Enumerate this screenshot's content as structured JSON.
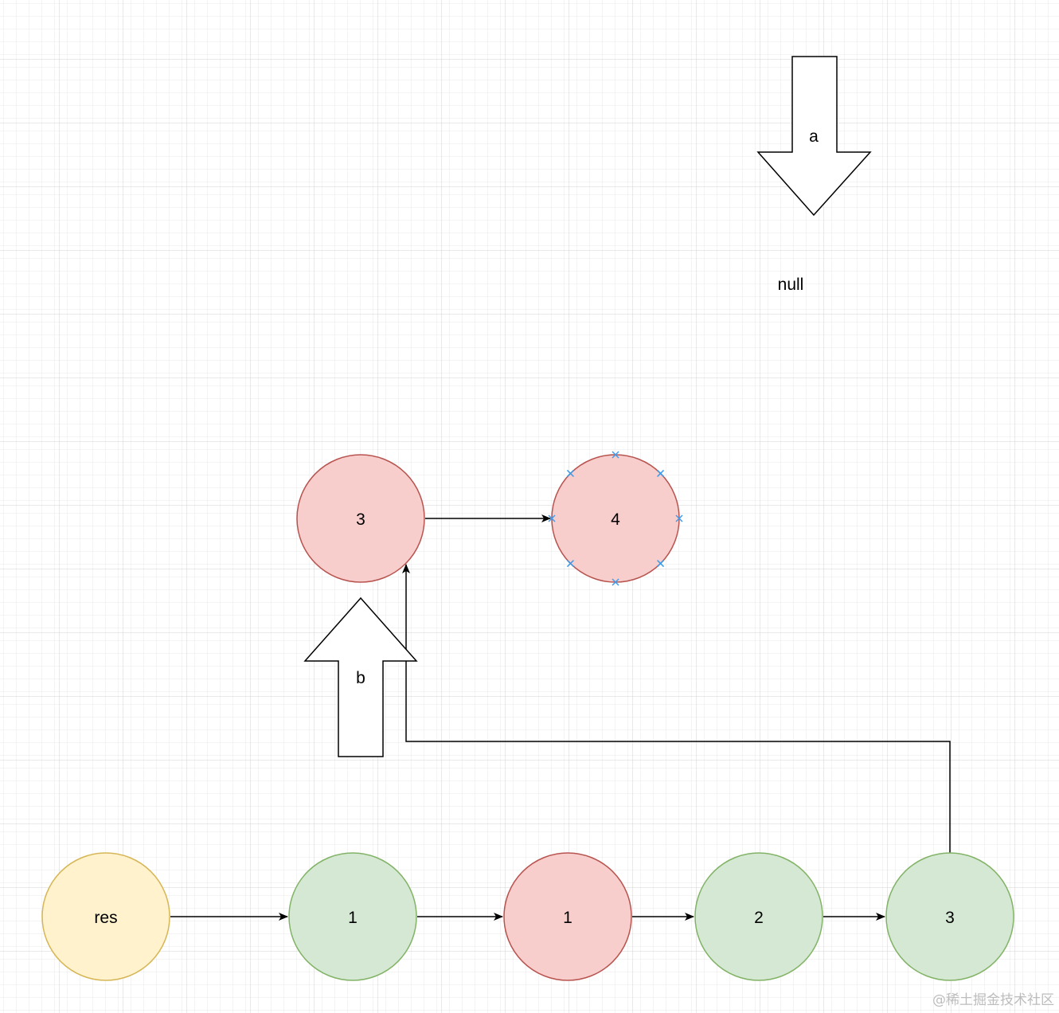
{
  "diagram": {
    "nodes": [
      {
        "id": "res",
        "label": "res",
        "fill": "#fff2cc",
        "stroke": "#d6b656"
      },
      {
        "id": "g1",
        "label": "1",
        "fill": "#d5e8d4",
        "stroke": "#82b366"
      },
      {
        "id": "r1",
        "label": "1",
        "fill": "#f8cecc",
        "stroke": "#b85450"
      },
      {
        "id": "g2",
        "label": "2",
        "fill": "#d5e8d4",
        "stroke": "#82b366"
      },
      {
        "id": "g3",
        "label": "3",
        "fill": "#d5e8d4",
        "stroke": "#82b366"
      },
      {
        "id": "r3",
        "label": "3",
        "fill": "#f8cecc",
        "stroke": "#b85450"
      },
      {
        "id": "r4",
        "label": "4",
        "fill": "#f8cecc",
        "stroke": "#b85450"
      }
    ],
    "edges": [
      {
        "from": "res",
        "to": "g1"
      },
      {
        "from": "g1",
        "to": "r1"
      },
      {
        "from": "r1",
        "to": "g2"
      },
      {
        "from": "g2",
        "to": "g3"
      },
      {
        "from": "g3",
        "to": "r3"
      },
      {
        "from": "r3",
        "to": "r4"
      }
    ],
    "pointers": [
      {
        "id": "a",
        "label": "a",
        "direction": "down"
      },
      {
        "id": "b",
        "label": "b",
        "direction": "up"
      }
    ],
    "null_label": "null",
    "selection_marker_color": "#3d9be9"
  },
  "watermark": "@稀土掘金技术社区"
}
